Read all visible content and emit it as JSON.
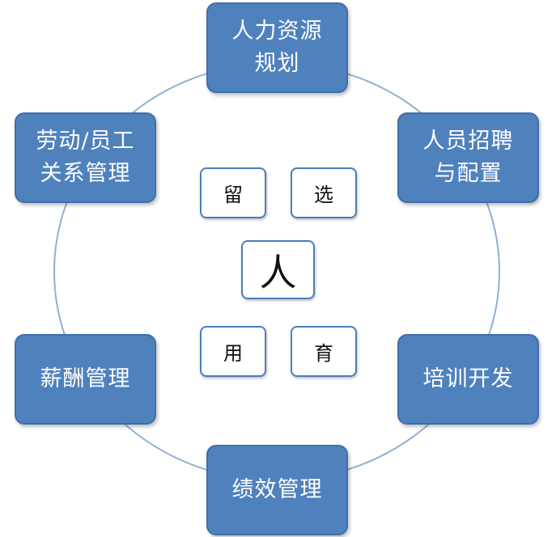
{
  "colors": {
    "node_fill": "#4f81bd",
    "node_border": "#3e6fa8",
    "ring": "#8fb0d6",
    "center_border": "#4a7ebb"
  },
  "nodes": {
    "planning": [
      "人力资源",
      "规划"
    ],
    "recruitment": [
      "人员招聘",
      "与配置"
    ],
    "training": [
      "培训开发"
    ],
    "performance": [
      "绩效管理"
    ],
    "compensation": [
      "薪酬管理"
    ],
    "labor_relations": [
      "劳动/员工",
      "关系管理"
    ]
  },
  "center": {
    "main": "人",
    "retain": "留",
    "select": "选",
    "use": "用",
    "develop": "育"
  }
}
